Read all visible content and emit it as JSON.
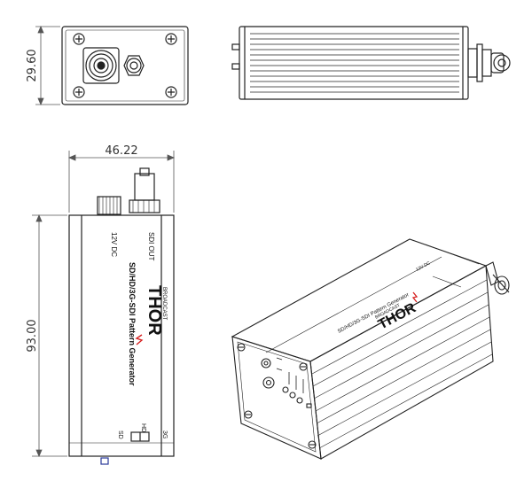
{
  "dimensions": {
    "front_height": "29.60",
    "top_width": "46.22",
    "top_height": "93.00"
  },
  "device": {
    "brand": "THOR",
    "sub_brand": "BROADCAST",
    "product_line": "SD/HD/3G-SDI Pattern Generator",
    "power_label": "12V DC",
    "sdi_out_label": "SDI OUT",
    "switch_labels": [
      "SD",
      "HD",
      "3G"
    ]
  },
  "colors": {
    "line": "#222222",
    "dim_line": "#555555",
    "brand_red": "#d62020"
  }
}
